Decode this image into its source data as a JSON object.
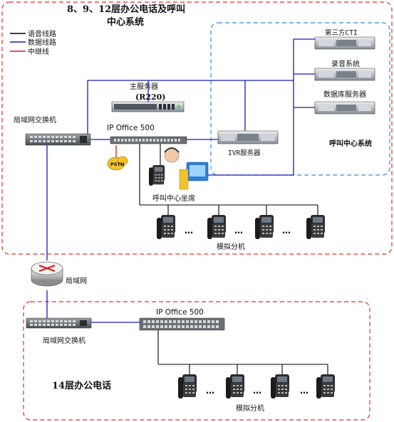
{
  "title": {
    "line1": "8、9、12层办公电话及呼叫",
    "line2": "中心系统"
  },
  "legend": [
    {
      "label": "语音线路",
      "color": "#000000"
    },
    {
      "label": "数据线路",
      "color": "#1a1ab4"
    },
    {
      "label": "中继线",
      "color": "#d42020"
    }
  ],
  "upper": {
    "lan_switch_label": "局域网交换机",
    "main_server_label": "主服务器",
    "main_server_model": "(R220)",
    "ip_office_label": "IP Office 500",
    "pstn_label": "PSTN",
    "ivr_label": "IVR服务器",
    "cti_label": "第三方CTI",
    "recording_label": "录音系统",
    "database_label": "数据库服务器",
    "callcenter_system_label": "呼叫中心系统",
    "agent_label": "呼叫中心坐席",
    "extensions_label": "模拟分机",
    "ellipsis": "…"
  },
  "wan": {
    "label": "局域网"
  },
  "lower": {
    "lan_switch_label": "局域网交换机",
    "ip_office_label": "IP Office 500",
    "floor_label": "14层办公电话",
    "extensions_label": "模拟分机",
    "ellipsis": "…"
  },
  "colors": {
    "zone_border": "#e03030",
    "callcenter_border": "#3a8ad6",
    "data_line": "#1a1ab4",
    "voice_line": "#000000",
    "trunk_line": "#d42020"
  }
}
